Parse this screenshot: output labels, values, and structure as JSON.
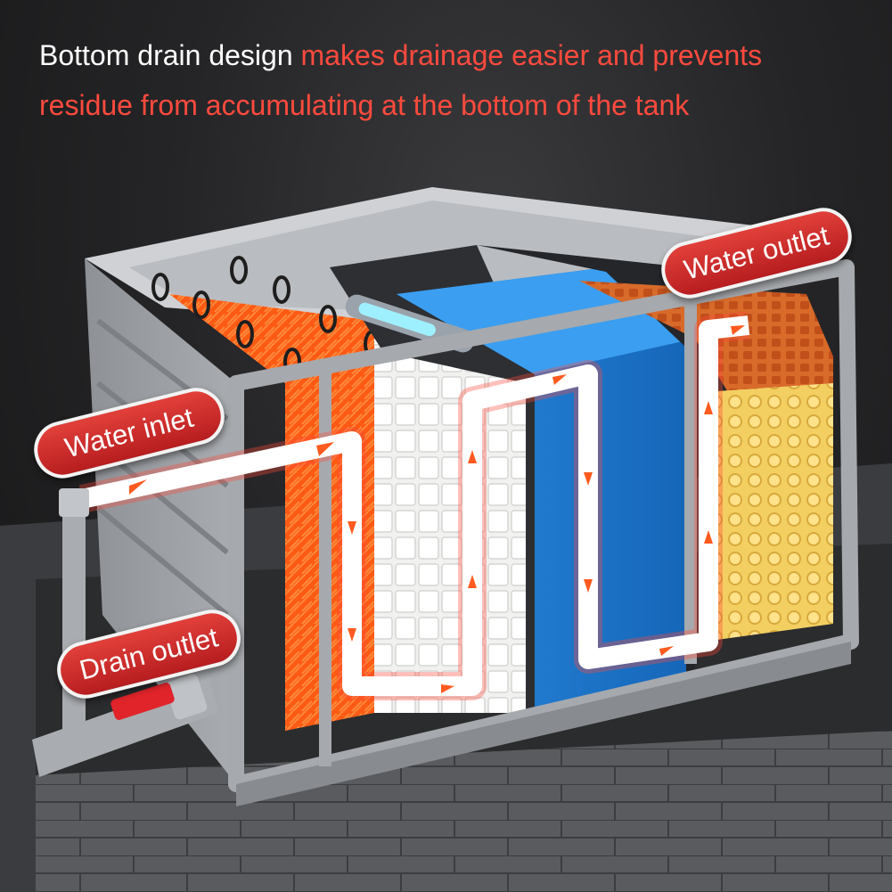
{
  "headline": {
    "lead": "Bottom drain design",
    "rest": " makes drainage easier and prevents residue from accumulating at the bottom of the tank"
  },
  "callouts": {
    "water_inlet": "Water inlet",
    "water_outlet": "Water outlet",
    "drain_outlet": "Drain outlet"
  },
  "colors": {
    "accent_text": "#ff4a3d",
    "callout_fill": "#c8282a",
    "flow_path": "#ffffff",
    "flow_arrow": "#ff5a1f",
    "brush_media": "#ff5a14",
    "foam_media": "#1f7fd6",
    "bio_media": "#f5d36a",
    "valve": "#e0242a",
    "tank_shell": "#9a9da2"
  },
  "icons": [
    "flow-arrow-icon",
    "valve-handle-icon"
  ]
}
